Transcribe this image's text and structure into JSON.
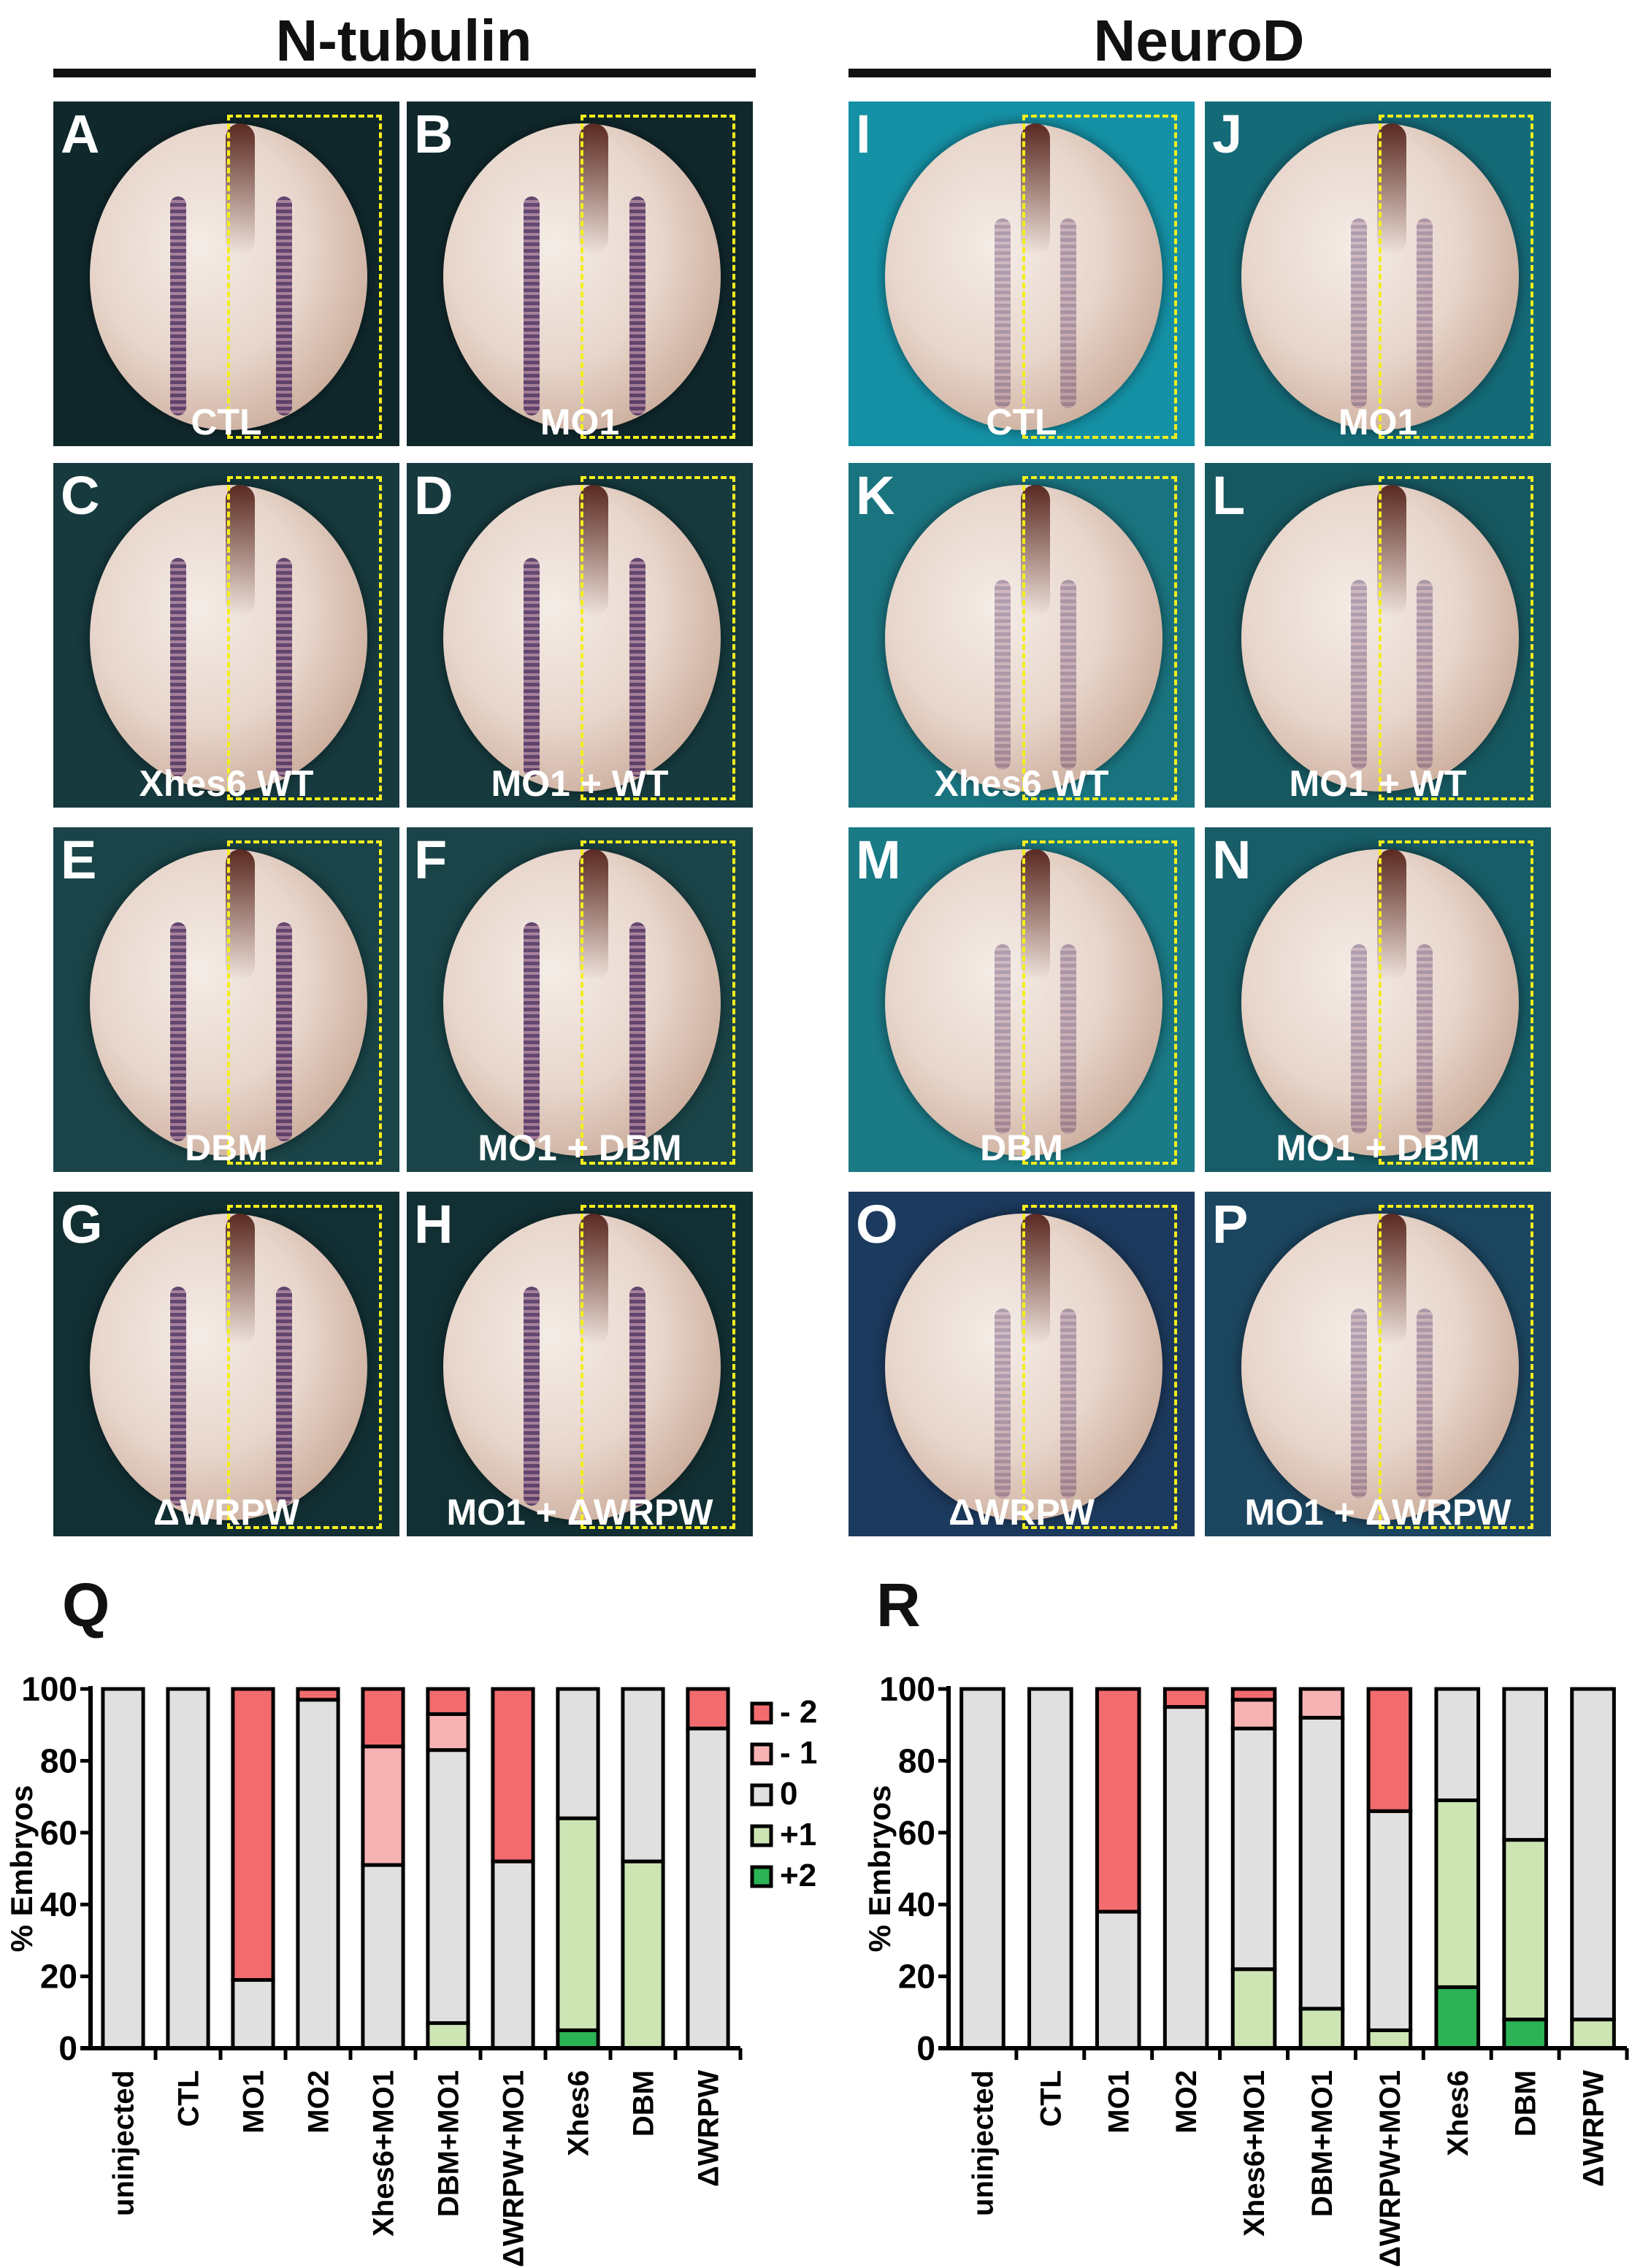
{
  "columns": [
    {
      "title": "N-tubulin"
    },
    {
      "title": "NeuroD"
    }
  ],
  "panels": [
    {
      "letter": "A",
      "label": "CTL",
      "bg": "#10282c"
    },
    {
      "letter": "B",
      "label": "MO1",
      "bg": "#10282c"
    },
    {
      "letter": "C",
      "label": "Xhes6 WT",
      "bg": "#163a3e"
    },
    {
      "letter": "D",
      "label": "MO1 + WT",
      "bg": "#163a3e"
    },
    {
      "letter": "E",
      "label": "DBM",
      "bg": "#1a4448"
    },
    {
      "letter": "F",
      "label": "MO1 + DBM",
      "bg": "#1a4448"
    },
    {
      "letter": "G",
      "label": "ΔWRPW",
      "bg": "#123034"
    },
    {
      "letter": "H",
      "label": "MO1 + ΔWRPW",
      "bg": "#123034"
    },
    {
      "letter": "I",
      "label": "CTL",
      "bg": "#1591a6"
    },
    {
      "letter": "J",
      "label": "MO1",
      "bg": "#156a78"
    },
    {
      "letter": "K",
      "label": "Xhes6 WT",
      "bg": "#1a7480"
    },
    {
      "letter": "L",
      "label": "MO1 + WT",
      "bg": "#175860"
    },
    {
      "letter": "M",
      "label": "DBM",
      "bg": "#1a7a86"
    },
    {
      "letter": "N",
      "label": "MO1 + DBM",
      "bg": "#175c66"
    },
    {
      "letter": "O",
      "label": "ΔWRPW",
      "bg": "#1c3a5e"
    },
    {
      "letter": "P",
      "label": "MO1 + ΔWRPW",
      "bg": "#1c4660"
    }
  ],
  "chart_data": [
    {
      "panel": "Q",
      "type": "bar",
      "stacked": true,
      "ylabel": "% Embryos",
      "ylim": [
        0,
        100
      ],
      "yticks": [
        0,
        20,
        40,
        60,
        80,
        100
      ],
      "categories": [
        "uninjected",
        "CTL",
        "MO1",
        "MO2",
        "Xhes6+MO1",
        "DBM+MO1",
        "ΔWRPW+MO1",
        "Xhes6",
        "DBM",
        "ΔWRPW"
      ],
      "legend": "right",
      "series": [
        {
          "name": "+2",
          "color": "#2bb355",
          "values": [
            0,
            0,
            0,
            0,
            0,
            0,
            0,
            5,
            0,
            0
          ]
        },
        {
          "name": "+1",
          "color": "#cde5b3",
          "values": [
            0,
            0,
            0,
            0,
            0,
            7,
            0,
            59,
            52,
            0
          ]
        },
        {
          "name": "0",
          "color": "#e0e0e0",
          "values": [
            100,
            100,
            19,
            97,
            51,
            76,
            52,
            36,
            48,
            89
          ]
        },
        {
          "name": "- 1",
          "color": "#f7b3b3",
          "values": [
            0,
            0,
            0,
            0,
            33,
            10,
            0,
            0,
            0,
            0
          ]
        },
        {
          "name": "- 2",
          "color": "#f26b6e",
          "values": [
            0,
            0,
            81,
            3,
            16,
            7,
            48,
            0,
            0,
            11
          ]
        }
      ]
    },
    {
      "panel": "R",
      "type": "bar",
      "stacked": true,
      "ylabel": "% Embryos",
      "ylim": [
        0,
        100
      ],
      "yticks": [
        0,
        20,
        40,
        60,
        80,
        100
      ],
      "categories": [
        "uninjected",
        "CTL",
        "MO1",
        "MO2",
        "Xhes6+MO1",
        "DBM+MO1",
        "ΔWRPW+MO1",
        "Xhes6",
        "DBM",
        "ΔWRPW"
      ],
      "series": [
        {
          "name": "+2",
          "color": "#2bb355",
          "values": [
            0,
            0,
            0,
            0,
            0,
            0,
            0,
            17,
            8,
            0
          ]
        },
        {
          "name": "+1",
          "color": "#cde5b3",
          "values": [
            0,
            0,
            0,
            0,
            22,
            11,
            5,
            52,
            50,
            8
          ]
        },
        {
          "name": "0",
          "color": "#e0e0e0",
          "values": [
            100,
            100,
            38,
            95,
            67,
            81,
            61,
            31,
            42,
            92
          ]
        },
        {
          "name": "- 1",
          "color": "#f7b3b3",
          "values": [
            0,
            0,
            0,
            0,
            8,
            8,
            0,
            0,
            0,
            0
          ]
        },
        {
          "name": "- 2",
          "color": "#f26b6e",
          "values": [
            0,
            0,
            62,
            5,
            3,
            0,
            34,
            0,
            0,
            0
          ]
        }
      ]
    }
  ]
}
